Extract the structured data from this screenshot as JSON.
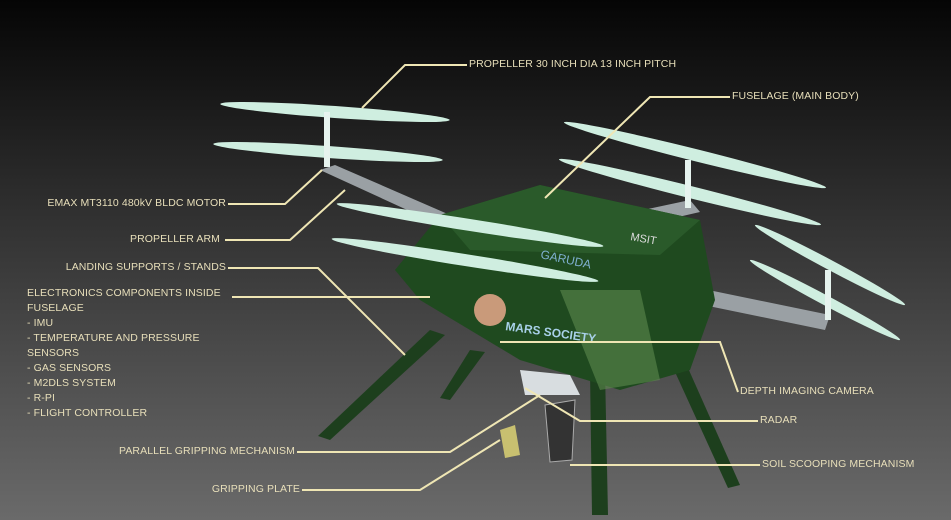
{
  "labels": {
    "propeller": "PROPELLER 30 INCH DIA 13 INCH PITCH",
    "fuselage": "FUSELAGE (MAIN BODY)",
    "motor": "EMAX MT3110 480kV BLDC MOTOR",
    "propeller_arm": "PROPELLER ARM",
    "landing": "LANDING SUPPORTS / STANDS",
    "electronics": {
      "title": "ELECTRONICS COMPONENTS INSIDE FUSELAGE",
      "items": [
        " - IMU",
        " - TEMPERATURE AND PRESSURE SENSORS",
        " - GAS SENSORS",
        " - M2DLS SYSTEM",
        " - R-PI",
        " - FLIGHT CONTROLLER"
      ]
    },
    "depth_camera": "DEPTH IMAGING CAMERA",
    "radar": "RADAR",
    "parallel_gripping": "PARALLEL GRIPPING MECHANISM",
    "soil_scooping": "SOIL SCOOPING MECHANISM",
    "gripping_plate": "GRIPPING PLATE"
  },
  "logos": {
    "garuda": "GARUDA",
    "mars_society": "MARS SOCIETY",
    "msit": "MSIT"
  },
  "colors": {
    "label": "#e8dfba",
    "leader": "#efe6b4",
    "body": "#1f4a1f",
    "propeller": "#cfeee0"
  }
}
